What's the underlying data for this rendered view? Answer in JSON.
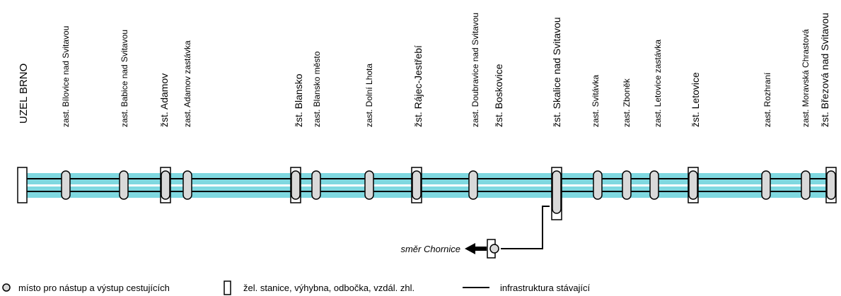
{
  "terminus_left": "UZEL BRNO",
  "stations": [
    {
      "label": "zast. Bílovice nad Svitavou",
      "kind": "stop"
    },
    {
      "label": "zast. Babice nad Svitavou",
      "kind": "stop"
    },
    {
      "label": "žst. Adamov",
      "kind": "station"
    },
    {
      "label": "zast. Adamov zastávka",
      "kind": "stop"
    },
    {
      "label": "žst. Blansko",
      "kind": "station"
    },
    {
      "label": "zast. Blansko město",
      "kind": "stop"
    },
    {
      "label": "zast. Dolní Lhota",
      "kind": "stop"
    },
    {
      "label": "žst. Rájec-Jestřebí",
      "kind": "station"
    },
    {
      "label": "zast. Doubravice nad Svitavou",
      "kind": "stop"
    },
    {
      "label": "žst. Boskovice",
      "kind": "station_label"
    },
    {
      "label": "žst. Skalice nad Svitavou",
      "kind": "junction"
    },
    {
      "label": "zast. Svitávka",
      "kind": "stop"
    },
    {
      "label": "zast. Zboněk",
      "kind": "stop"
    },
    {
      "label": "zast. Letovice zastávka",
      "kind": "stop"
    },
    {
      "label": "žst. Letovice",
      "kind": "station"
    },
    {
      "label": "zast. Rozhraní",
      "kind": "stop"
    },
    {
      "label": "zast. Moravská Chrastová",
      "kind": "stop"
    },
    {
      "label": "žst. Březová nad Svitavou",
      "kind": "station"
    }
  ],
  "branch": {
    "direction_label": "směr Chornice"
  },
  "legend": {
    "platform": "místo pro nástup a výstup cestujících",
    "station": "žel. stanice, výhybna, odbočka, vzdál. zhl.",
    "infrastructure": "infrastruktura stávající"
  },
  "colors": {
    "track_glow": "#7fd8e0",
    "track": "#000000",
    "platform_fill": "#d9d9d9",
    "background": "#ffffff"
  }
}
